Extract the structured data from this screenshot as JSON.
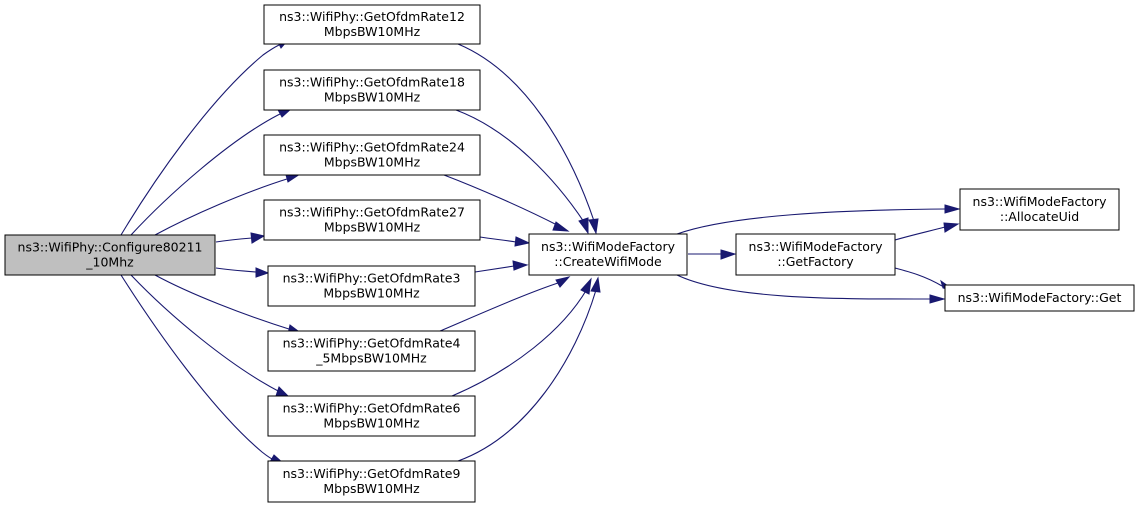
{
  "nodes": {
    "configure": {
      "lines": [
        "ns3::WifiPhy::Configure80211",
        "_10Mhz"
      ]
    },
    "r12": {
      "lines": [
        "ns3::WifiPhy::GetOfdmRate12",
        "MbpsBW10MHz"
      ]
    },
    "r18": {
      "lines": [
        "ns3::WifiPhy::GetOfdmRate18",
        "MbpsBW10MHz"
      ]
    },
    "r24": {
      "lines": [
        "ns3::WifiPhy::GetOfdmRate24",
        "MbpsBW10MHz"
      ]
    },
    "r27": {
      "lines": [
        "ns3::WifiPhy::GetOfdmRate27",
        "MbpsBW10MHz"
      ]
    },
    "r3": {
      "lines": [
        "ns3::WifiPhy::GetOfdmRate3",
        "MbpsBW10MHz"
      ]
    },
    "r45": {
      "lines": [
        "ns3::WifiPhy::GetOfdmRate4",
        "_5MbpsBW10MHz"
      ]
    },
    "r6": {
      "lines": [
        "ns3::WifiPhy::GetOfdmRate6",
        "MbpsBW10MHz"
      ]
    },
    "r9": {
      "lines": [
        "ns3::WifiPhy::GetOfdmRate9",
        "MbpsBW10MHz"
      ]
    },
    "create": {
      "lines": [
        "ns3::WifiModeFactory",
        "::CreateWifiMode"
      ]
    },
    "getfactory": {
      "lines": [
        "ns3::WifiModeFactory",
        "::GetFactory"
      ]
    },
    "allocate": {
      "lines": [
        "ns3::WifiModeFactory",
        "::AllocateUid"
      ]
    },
    "get": {
      "lines": [
        "ns3::WifiModeFactory::Get"
      ]
    }
  },
  "edges": [
    [
      "configure",
      "r12"
    ],
    [
      "configure",
      "r18"
    ],
    [
      "configure",
      "r24"
    ],
    [
      "configure",
      "r27"
    ],
    [
      "configure",
      "r3"
    ],
    [
      "configure",
      "r45"
    ],
    [
      "configure",
      "r6"
    ],
    [
      "configure",
      "r9"
    ],
    [
      "r12",
      "create"
    ],
    [
      "r18",
      "create"
    ],
    [
      "r24",
      "create"
    ],
    [
      "r27",
      "create"
    ],
    [
      "r3",
      "create"
    ],
    [
      "r45",
      "create"
    ],
    [
      "r6",
      "create"
    ],
    [
      "r9",
      "create"
    ],
    [
      "create",
      "getfactory"
    ],
    [
      "create",
      "allocate"
    ],
    [
      "create",
      "get"
    ],
    [
      "getfactory",
      "allocate"
    ],
    [
      "getfactory",
      "get"
    ]
  ],
  "colors": {
    "edge": "#191970",
    "root_fill": "#bfbfbf",
    "node_fill": "#ffffff",
    "border": "#000000"
  }
}
